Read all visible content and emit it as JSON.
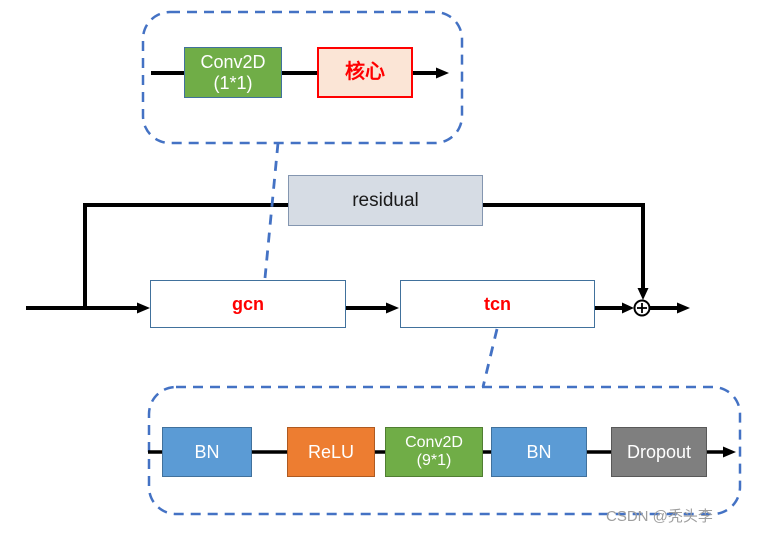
{
  "diagram": {
    "top_group": {
      "name": "gcn-detail-group",
      "nodes": [
        {
          "label": "Conv2D",
          "sublabel": "(1*1)",
          "fill": "#70AD47"
        },
        {
          "label": "核心",
          "fill": "#FBE5D6",
          "border": "#FF0000"
        }
      ]
    },
    "residual": {
      "label": "residual",
      "fill": "#D6DCE4"
    },
    "main_flow": {
      "gcn_label": "gcn",
      "tcn_label": "tcn",
      "sum_symbol": "⊕"
    },
    "bottom_group": {
      "name": "tcn-detail-group",
      "nodes": [
        {
          "label": "BN",
          "fill": "#5B9BD5"
        },
        {
          "label": "ReLU",
          "fill": "#ED7D31"
        },
        {
          "label": "Conv2D",
          "sublabel": "(9*1)",
          "fill": "#70AD47"
        },
        {
          "label": "BN",
          "fill": "#5B9BD5"
        },
        {
          "label": "Dropout",
          "fill": "#7F7F7F"
        }
      ]
    },
    "watermark": "CSDN @秃头李",
    "colors": {
      "dashed_blue": "#4472C4",
      "box_border_blue": "#41719C",
      "red_text": "#FF0000",
      "line_black": "#000000",
      "core_fill": "#FBE5D6",
      "residual_fill": "#D6DCE4",
      "green": "#70AD47",
      "blue": "#5B9BD5",
      "orange": "#ED7D31",
      "gray": "#7F7F7F"
    }
  }
}
